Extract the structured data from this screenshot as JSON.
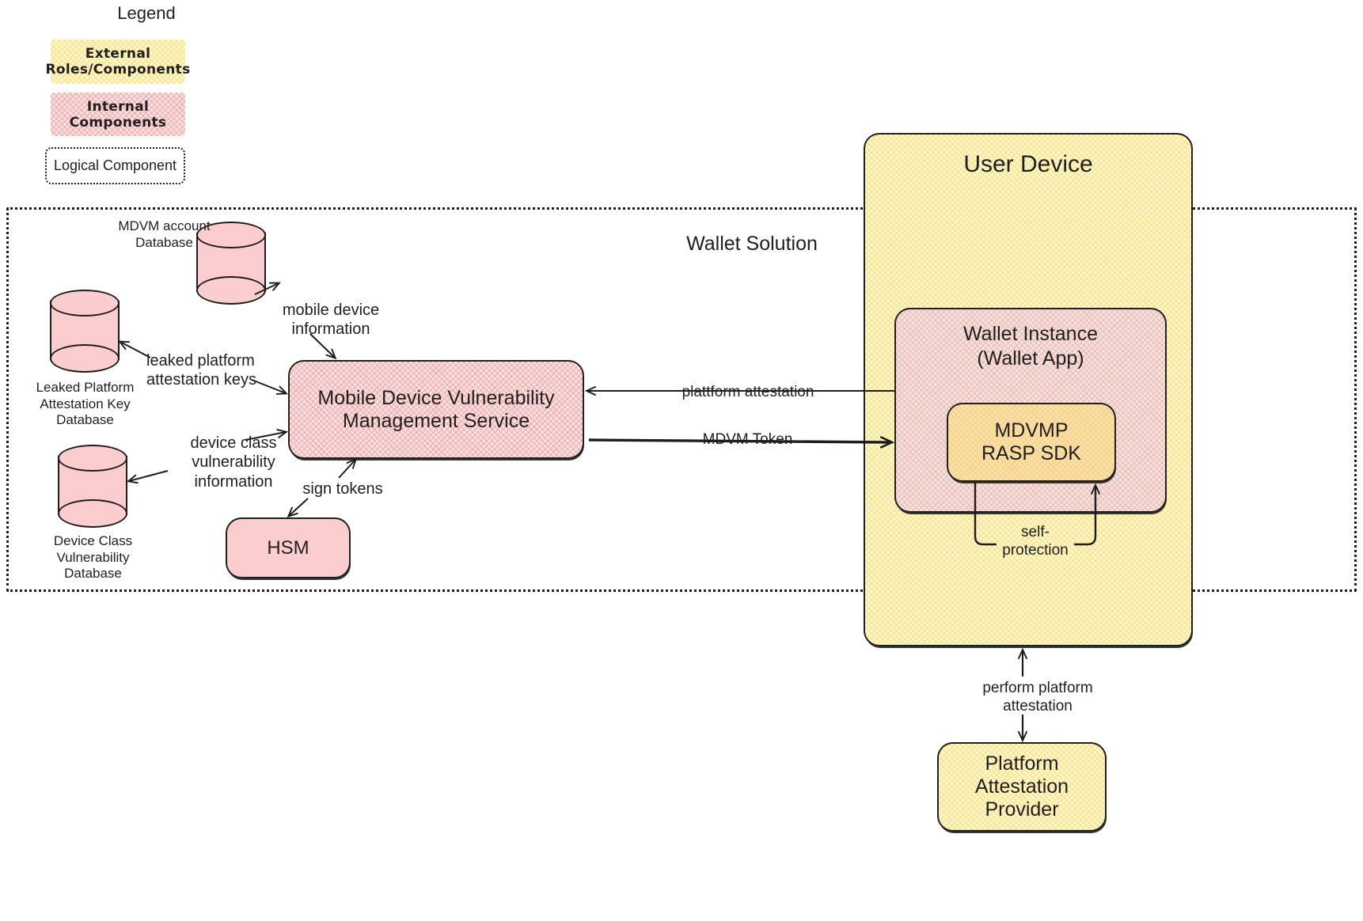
{
  "legend": {
    "title": "Legend",
    "items": [
      {
        "label": "External\nRoles/Components",
        "style": "external",
        "color": "#fdf6cf"
      },
      {
        "label": "Internal\nComponents",
        "style": "internal",
        "color": "#fbe1e1"
      },
      {
        "label": "Logical Component",
        "style": "logical",
        "color": "#ffffff"
      }
    ]
  },
  "boundaries": {
    "wallet_solution": "Wallet Solution"
  },
  "nodes": {
    "mdvm_service": "Mobile Device Vulnerability\nManagement Service",
    "mdvm_service_line1": "Mobile Device Vulnerability",
    "mdvm_service_line2": "Management Service",
    "hsm": "HSM",
    "user_device": "User Device",
    "wallet_instance_line1": "Wallet Instance",
    "wallet_instance_line2": "(Wallet App)",
    "sdk_line1": "MDVMP",
    "sdk_line2": "RASP SDK",
    "platform_provider_line1": "Platform",
    "platform_provider_line2": "Attestation",
    "platform_provider_line3": "Provider"
  },
  "databases": [
    {
      "name": "mdvm-account-database",
      "label_line1": "MDVM account",
      "label_line2": "Database",
      "label_line3": ""
    },
    {
      "name": "leaked-platform-attestation-key-database",
      "label_line1": "Leaked Platform",
      "label_line2": "Attestation Key",
      "label_line3": "Database"
    },
    {
      "name": "device-class-vulnerability-database",
      "label_line1": "Device Class",
      "label_line2": "Vulnerability",
      "label_line3": "Database"
    }
  ],
  "edges": {
    "mobile_device_information_l1": "mobile device",
    "mobile_device_information_l2": "information",
    "leaked_platform_keys_l1": "leaked platform",
    "leaked_platform_keys_l2": "attestation keys",
    "device_class_vuln_l1": "device class",
    "device_class_vuln_l2": "vulnerability",
    "device_class_vuln_l3": "information",
    "sign_tokens": "sign tokens",
    "plattform_attestation": "plattform attestation",
    "mdvm_token": "MDVM Token",
    "self_protection_l1": "self-",
    "self_protection_l2": "protection",
    "perform_platform_attestation_l1": "perform platform",
    "perform_platform_attestation_l2": "attestation"
  },
  "colors": {
    "external_fill": "#fdf6cf",
    "internal_fill": "#fbe1e1",
    "cylinder_fill": "#fbcdce",
    "sdk_fill": "#fbe0a8",
    "stroke": "#1d1d1d"
  }
}
